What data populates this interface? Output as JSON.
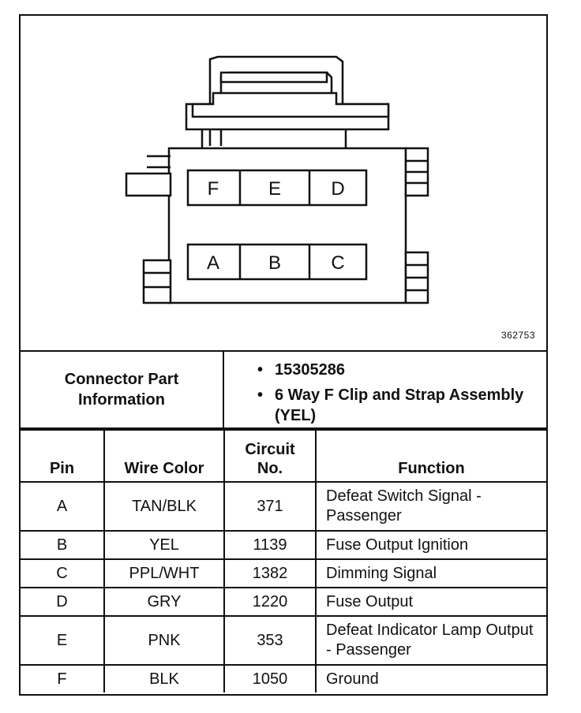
{
  "figure_id": "362753",
  "connector": {
    "top_row_pins": [
      "F",
      "E",
      "D"
    ],
    "bottom_row_pins": [
      "A",
      "B",
      "C"
    ]
  },
  "part_info": {
    "label": "Connector Part Information",
    "items": [
      "15305286",
      "6 Way F Clip and Strap Assembly (YEL)"
    ]
  },
  "table": {
    "headers": {
      "pin": "Pin",
      "wire_color": "Wire Color",
      "circuit": "Circuit No.",
      "function": "Function"
    },
    "rows": [
      {
        "pin": "A",
        "wire_color": "TAN/BLK",
        "circuit": "371",
        "function": "Defeat Switch Signal - Passenger"
      },
      {
        "pin": "B",
        "wire_color": "YEL",
        "circuit": "1139",
        "function": "Fuse Output Ignition"
      },
      {
        "pin": "C",
        "wire_color": "PPL/WHT",
        "circuit": "1382",
        "function": "Dimming Signal"
      },
      {
        "pin": "D",
        "wire_color": "GRY",
        "circuit": "1220",
        "function": "Fuse Output"
      },
      {
        "pin": "E",
        "wire_color": "PNK",
        "circuit": "353",
        "function": "Defeat Indicator Lamp Output - Passenger"
      },
      {
        "pin": "F",
        "wire_color": "BLK",
        "circuit": "1050",
        "function": "Ground"
      }
    ]
  }
}
